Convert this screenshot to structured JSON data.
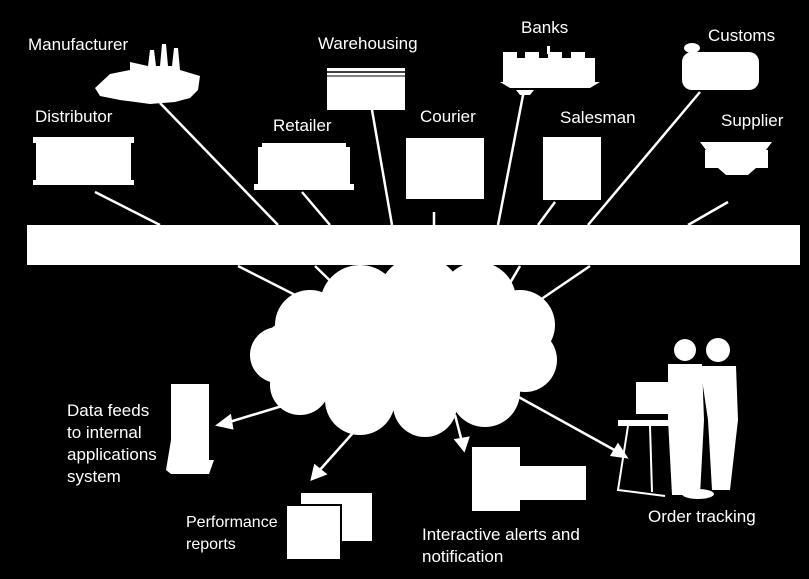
{
  "nodes": {
    "manufacturer": "Manufacturer",
    "warehousing": "Warehousing",
    "banks": "Banks",
    "customs": "Customs",
    "distributor": "Distributor",
    "retailer": "Retailer",
    "courier": "Courier",
    "salesman": "Salesman",
    "supplier": "Supplier"
  },
  "outputs": {
    "data_feeds": "Data feeds\nto internal\napplications\nsystem",
    "performance": "Performance\nreports",
    "alerts": "Interactive alerts and\nnotification",
    "order_tracking": "Order tracking"
  },
  "colors": {
    "background": "#000000",
    "foreground": "#ffffff"
  }
}
